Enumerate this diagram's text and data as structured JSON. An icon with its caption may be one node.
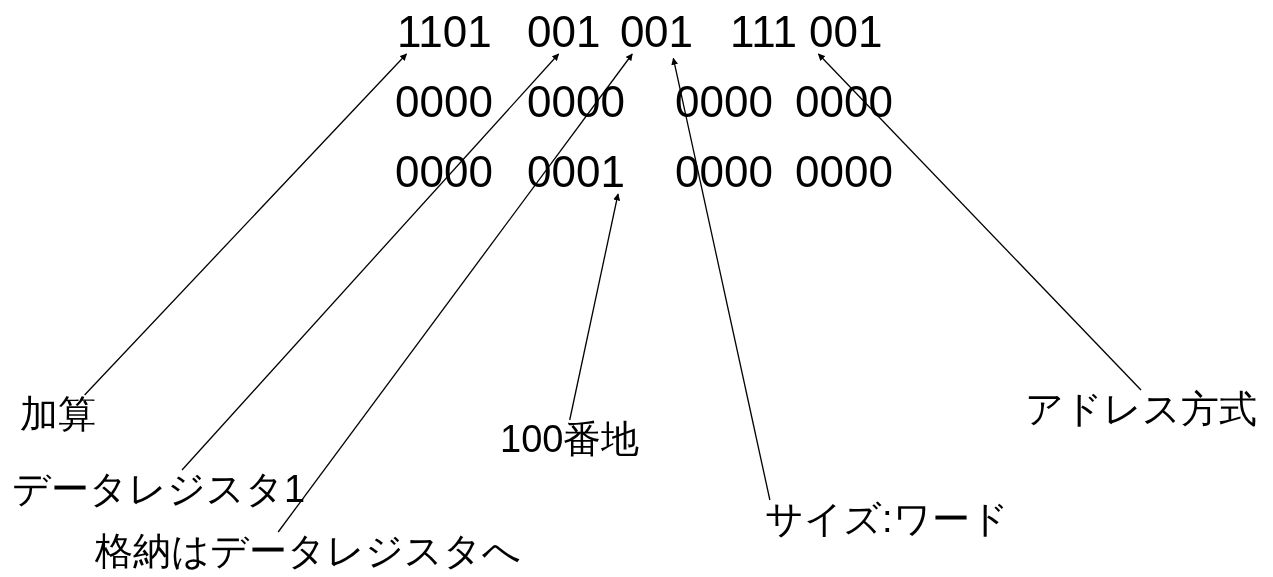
{
  "diagram": {
    "nodes": [
      {
        "text": [
          "1101"
        ]
      },
      {
        "text": [
          "001"
        ]
      },
      {
        "text": [
          "0"
        ]
      },
      {
        "text": [
          "01"
        ]
      },
      {
        "text": [
          "111 001"
        ]
      },
      {
        "text": [
          "0001"
        ]
      },
      {
        "text": [
          "加算"
        ]
      },
      {
        "text": [
          "データレジスタ1"
        ]
      },
      {
        "text": [
          "格納はデータレジスタへ"
        ]
      },
      {
        "text": [
          "100番地"
        ]
      },
      {
        "text": [
          "サイズ:ワード"
        ]
      },
      {
        "text": [
          "アドレス方式"
        ]
      }
    ],
    "edges": [
      {
        "from": 6,
        "to": 0,
        "arrow": "to"
      },
      {
        "from": 7,
        "to": 1,
        "arrow": "to"
      },
      {
        "from": 8,
        "to": 2,
        "arrow": "to"
      },
      {
        "from": 9,
        "to": 5,
        "arrow": "to"
      },
      {
        "from": 10,
        "to": 3,
        "arrow": "to"
      },
      {
        "from": 11,
        "to": 4,
        "arrow": "to"
      }
    ],
    "labels": [
      "0000",
      "0000",
      "0000",
      "0000",
      "0000",
      "0000",
      "0000"
    ]
  }
}
